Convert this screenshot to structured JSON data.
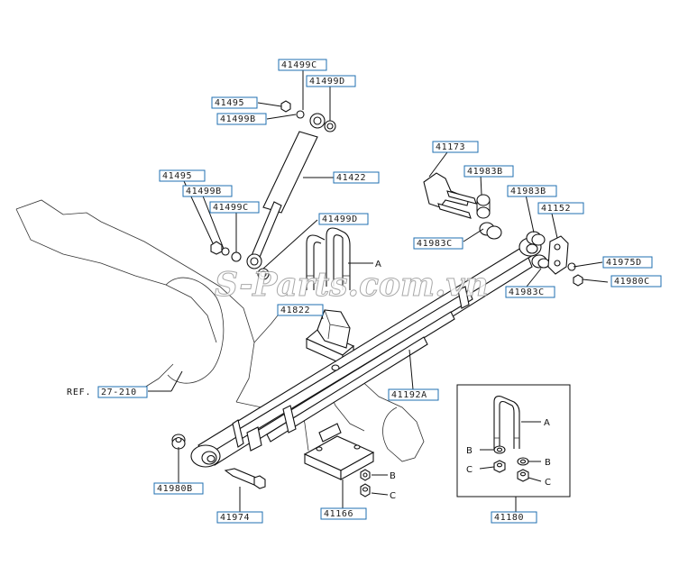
{
  "watermark": "S-Parts.com.vn",
  "reference": {
    "prefix": "REF.",
    "code": "27-210"
  },
  "labels": {
    "l_41499c_top": "41499C",
    "l_41499d_top": "41499D",
    "l_41495_top": "41495",
    "l_41499b_top": "41499B",
    "l_41422": "41422",
    "l_41495_left": "41495",
    "l_41499b_left": "41499B",
    "l_41499c_left": "41499C",
    "l_41499d_mid": "41499D",
    "l_41173": "41173",
    "l_41983b_a": "41983B",
    "l_41983b_b": "41983B",
    "l_41152": "41152",
    "l_41983c": "41983C",
    "l_41975d": "41975D",
    "l_41983c_b": "41983C",
    "l_41980c": "41980C",
    "l_41822": "41822",
    "l_41192a": "41192A",
    "l_41980b": "41980B",
    "l_41974": "41974",
    "l_41166": "41166",
    "l_41180": "41180"
  },
  "callout_letters": {
    "a_main": "A",
    "b_main": "B",
    "c_main": "C",
    "a_box": "A",
    "b_box_left": "B",
    "b_box_right": "B",
    "c_box_left": "C",
    "c_box_right": "C"
  }
}
